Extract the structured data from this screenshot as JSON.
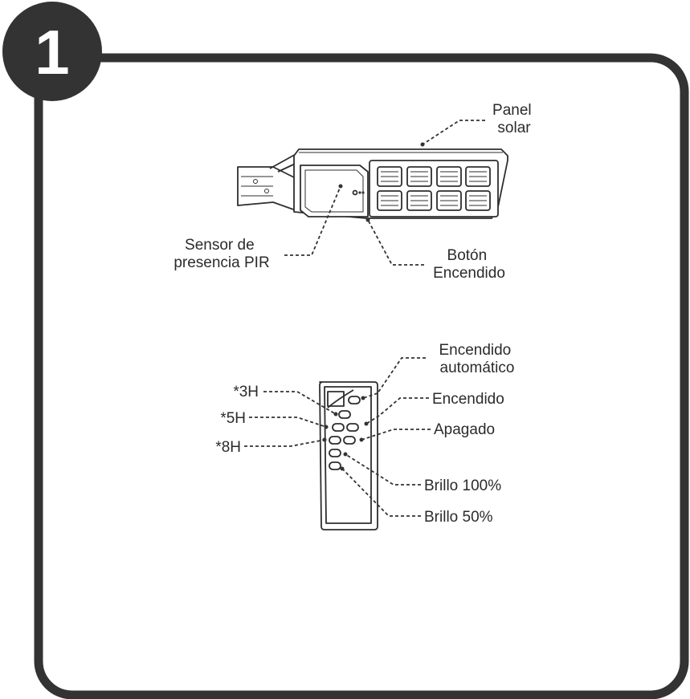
{
  "step_number": "1",
  "lamp": {
    "labels": {
      "solar_panel": [
        "Panel",
        "solar"
      ],
      "pir_sensor": [
        "Sensor de",
        "presencia PIR"
      ],
      "power_button": [
        "Botón",
        "Encendido"
      ]
    }
  },
  "remote": {
    "labels": {
      "auto_on": [
        "Encendido",
        "automático"
      ],
      "on": "Encendido",
      "off": "Apagado",
      "brightness_100": "Brillo 100%",
      "brightness_50": "Brillo 50%",
      "timer_3h": "*3H",
      "timer_5h": "*5H",
      "timer_8h": "*8H"
    }
  },
  "colors": {
    "frame": "#333333",
    "line": "#2e2e2e",
    "text": "#2b2b2b",
    "background": "#ffffff"
  }
}
